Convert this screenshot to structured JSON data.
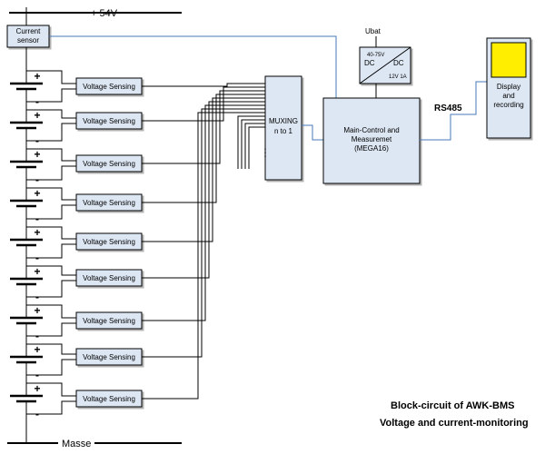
{
  "rails": {
    "top": "+ 54V",
    "bottom": "Masse"
  },
  "current_sensor": [
    "Current",
    "sensor"
  ],
  "cells": [
    {
      "plus": "+",
      "minus": "-"
    },
    {
      "plus": "+",
      "minus": "-"
    },
    {
      "plus": "+",
      "minus": "-"
    },
    {
      "plus": "+",
      "minus": "-"
    },
    {
      "plus": "+",
      "minus": "-"
    },
    {
      "plus": "+",
      "minus": "-"
    },
    {
      "plus": "+",
      "minus": "-"
    },
    {
      "plus": "+",
      "minus": "-"
    },
    {
      "plus": "+",
      "minus": "-"
    }
  ],
  "voltage_sensing": [
    "Voltage Sensing",
    "Voltage Sensing",
    "Voltage Sensing",
    "Voltage Sensing",
    "Voltage Sensing",
    "Voltage Sensing",
    "Voltage Sensing",
    "Voltage Sensing",
    "Voltage Sensing"
  ],
  "mux": {
    "line1": "MUXING",
    "line2": "n to 1",
    "dots": "⋮"
  },
  "main_control": [
    "Main-Control and",
    "Measuremet",
    "(MEGA16)"
  ],
  "dcdc": {
    "ubat": "Ubat",
    "in_range": "40-75V",
    "dc_left": "DC",
    "dc_right": "DC",
    "out_rating": "12V 1A"
  },
  "rs485": "RS485",
  "display": [
    "Display",
    "and",
    "recording"
  ],
  "caption": {
    "line1": "Block-circuit of AWK-BMS",
    "line2": "Voltage and current-monitoring"
  },
  "colors": {
    "box_fill": "#dde7f3",
    "blue_wire": "#4a78b8",
    "screen_yellow": "#ffee00"
  }
}
